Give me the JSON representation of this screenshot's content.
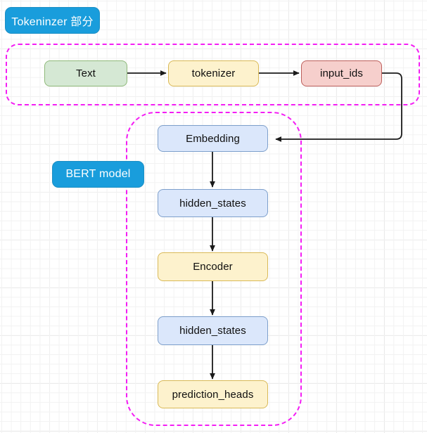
{
  "diagram": {
    "title_tags": [
      {
        "id": "tokenizer-section",
        "label": "Tokeninzer 部分",
        "color": "#199ddc"
      },
      {
        "id": "bert-model",
        "label": "BERT model",
        "color": "#199ddc"
      }
    ],
    "groups": [
      {
        "id": "tokenizer-group",
        "name": "tokenizer-boundary",
        "style": "dashed",
        "color": "#f41ef4"
      },
      {
        "id": "bert-group",
        "name": "bert-model-boundary",
        "style": "dashed",
        "color": "#f41ef4"
      }
    ],
    "nodes": [
      {
        "id": "text",
        "label": "Text",
        "color": "#d5e8d4",
        "border": "#8fb97a"
      },
      {
        "id": "tokenizer",
        "label": "tokenizer",
        "color": "#fdf2cd",
        "border": "#d9b957"
      },
      {
        "id": "input_ids",
        "label": "input_ids",
        "color": "#f6cfcc",
        "border": "#bd5f5c"
      },
      {
        "id": "embedding",
        "label": "Embedding",
        "color": "#dbe7fb",
        "border": "#7d9fcb"
      },
      {
        "id": "hidden_states_1",
        "label": "hidden_states",
        "color": "#dbe7fb",
        "border": "#7d9fcb"
      },
      {
        "id": "encoder",
        "label": "Encoder",
        "color": "#fdf2cd",
        "border": "#d9b957"
      },
      {
        "id": "hidden_states_2",
        "label": "hidden_states",
        "color": "#dbe7fb",
        "border": "#7d9fcb"
      },
      {
        "id": "prediction_heads",
        "label": "prediction_heads",
        "color": "#fdf2cd",
        "border": "#d9b957"
      }
    ],
    "edges": [
      {
        "from": "text",
        "to": "tokenizer",
        "direction": "right"
      },
      {
        "from": "tokenizer",
        "to": "input_ids",
        "direction": "right"
      },
      {
        "from": "input_ids",
        "to": "embedding",
        "direction": "elbow-left"
      },
      {
        "from": "embedding",
        "to": "hidden_states_1",
        "direction": "down"
      },
      {
        "from": "hidden_states_1",
        "to": "encoder",
        "direction": "down"
      },
      {
        "from": "encoder",
        "to": "hidden_states_2",
        "direction": "down"
      },
      {
        "from": "hidden_states_2",
        "to": "prediction_heads",
        "direction": "down"
      }
    ],
    "edge_color": "#1a1a1a"
  }
}
